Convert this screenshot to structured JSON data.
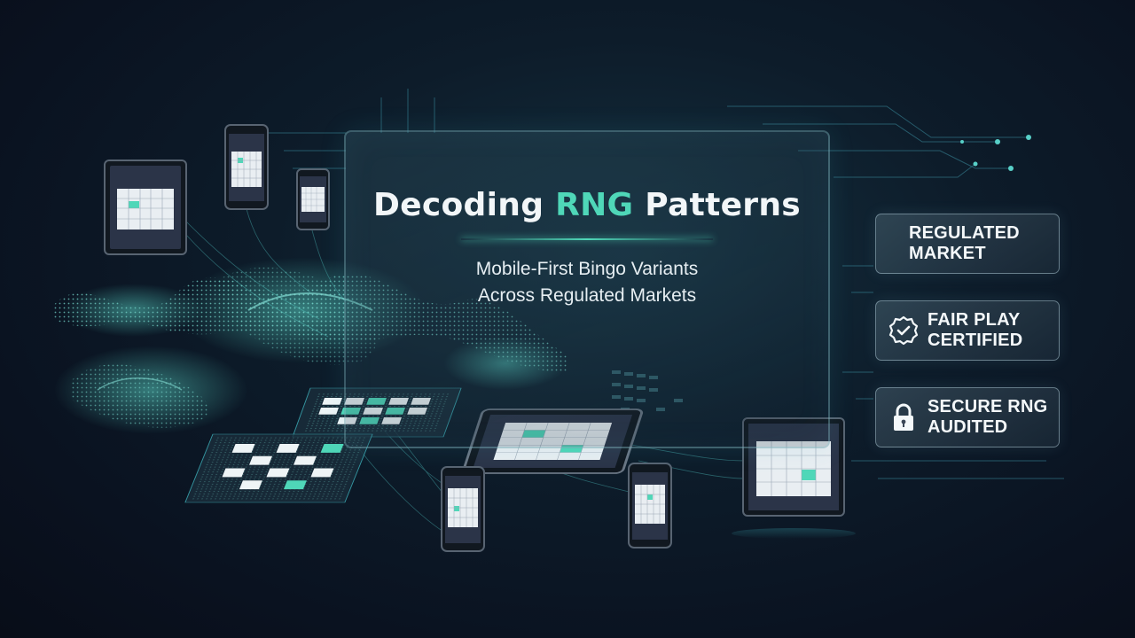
{
  "hero": {
    "title_part1": "Decoding ",
    "title_accent": "RNG",
    "title_part2": " Patterns",
    "subtitle_line1": "Mobile-First Bingo Variants",
    "subtitle_line2": "Across Regulated Markets"
  },
  "badges": [
    {
      "line1": "REGULATED",
      "line2": "MARKET",
      "icon": "none"
    },
    {
      "line1": "FAIR PLAY",
      "line2": "CERTIFIED",
      "icon": "check-seal-icon"
    },
    {
      "line1": "SECURE RNG",
      "line2": "AUDITED",
      "icon": "padlock-icon"
    }
  ],
  "colors": {
    "accent": "#4fd7b8",
    "background": "#0b1624",
    "device_screen": "#2b3448"
  },
  "illustration": {
    "devices": [
      "tablet",
      "phone",
      "phone",
      "phone",
      "tablet",
      "phone",
      "tablet"
    ],
    "floating_grids": 2
  }
}
